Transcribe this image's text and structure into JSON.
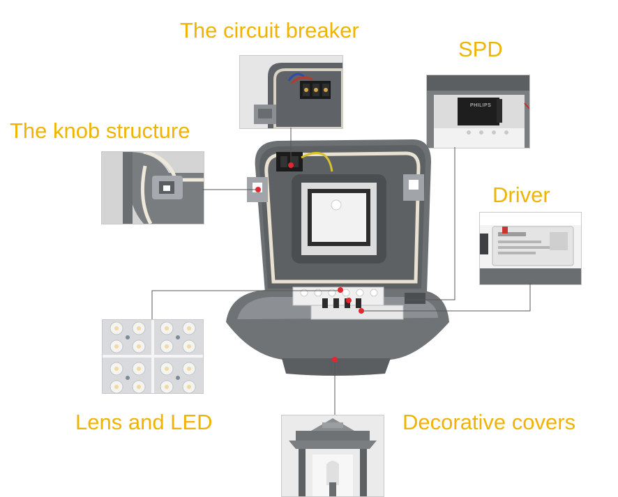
{
  "labels": {
    "circuit_breaker": "The circuit breaker",
    "spd": "SPD",
    "knob_structure": "The knob structure",
    "driver": "Driver",
    "lens_led": "Lens and LED",
    "decorative_covers": "Decorative covers"
  },
  "device_text": {
    "spd_brand": "PHILIPS"
  },
  "colors": {
    "label": "#f0b400",
    "marker": "#e3262f",
    "housing": "#6d7073",
    "leader_line": "#555555"
  }
}
